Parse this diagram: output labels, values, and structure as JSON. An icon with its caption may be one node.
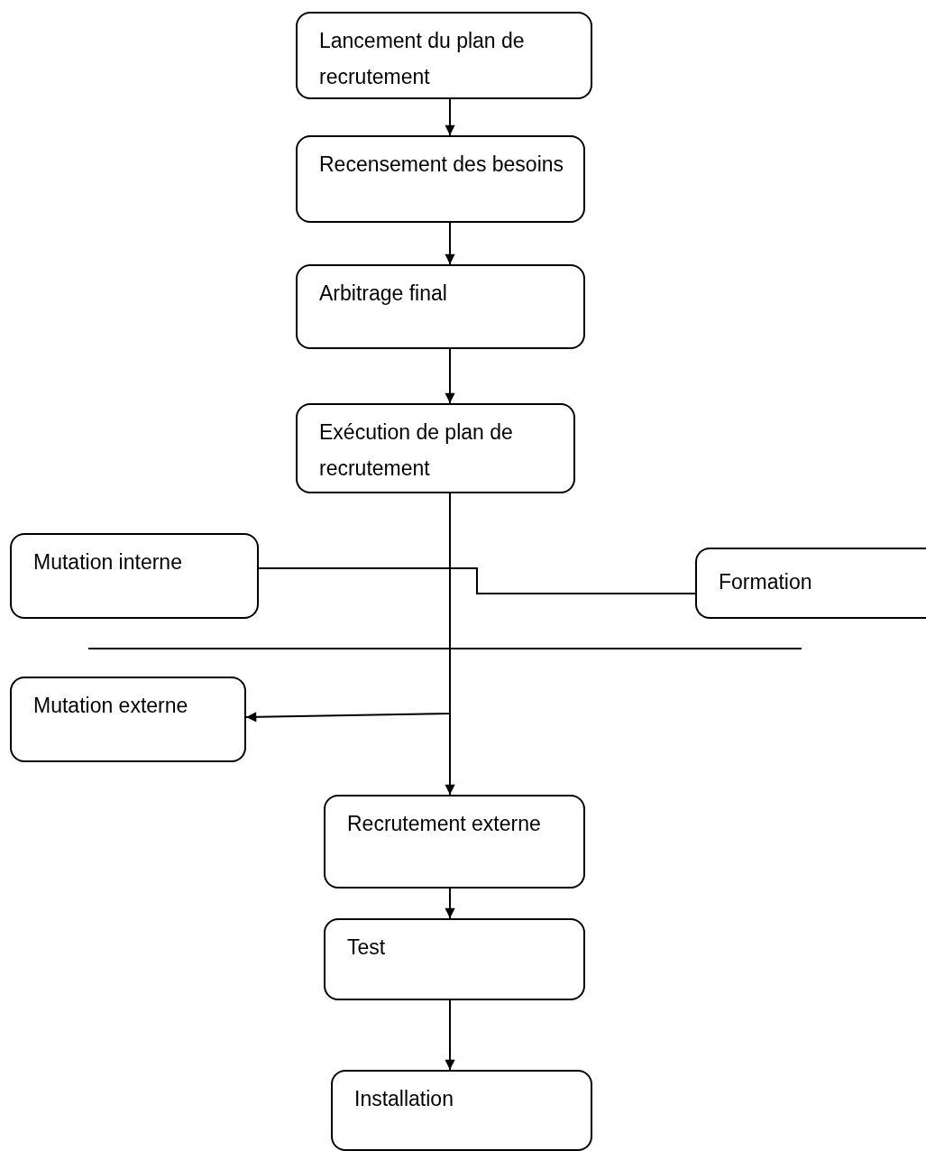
{
  "diagram": {
    "nodes": [
      {
        "text": [
          "Lancement du plan de recrutement"
        ]
      },
      {
        "text": [
          "Recensement des besoins"
        ]
      },
      {
        "text": [
          "Arbitrage final"
        ]
      },
      {
        "text": [
          "Exécution de plan de recrutement"
        ]
      },
      {
        "text": [
          "Mutation interne"
        ]
      },
      {
        "text": [
          "Formation"
        ]
      },
      {
        "text": [
          "Mutation externe"
        ]
      },
      {
        "text": [
          "Recrutement externe"
        ]
      },
      {
        "text": [
          "Test"
        ]
      },
      {
        "text": [
          "Installation"
        ]
      }
    ],
    "edges": [
      {
        "from": 0,
        "to": 1,
        "arrow": "to"
      },
      {
        "from": 1,
        "to": 2,
        "arrow": "to"
      },
      {
        "from": 2,
        "to": 3,
        "arrow": "to"
      },
      {
        "from": 3,
        "to": 7,
        "arrow": "to"
      },
      {
        "from": 3,
        "to": 6,
        "arrow": "to"
      },
      {
        "from": 4,
        "to": 5,
        "arrow": "none"
      },
      {
        "from": 7,
        "to": 8,
        "arrow": "to"
      },
      {
        "from": 8,
        "to": 9,
        "arrow": "to"
      }
    ]
  }
}
